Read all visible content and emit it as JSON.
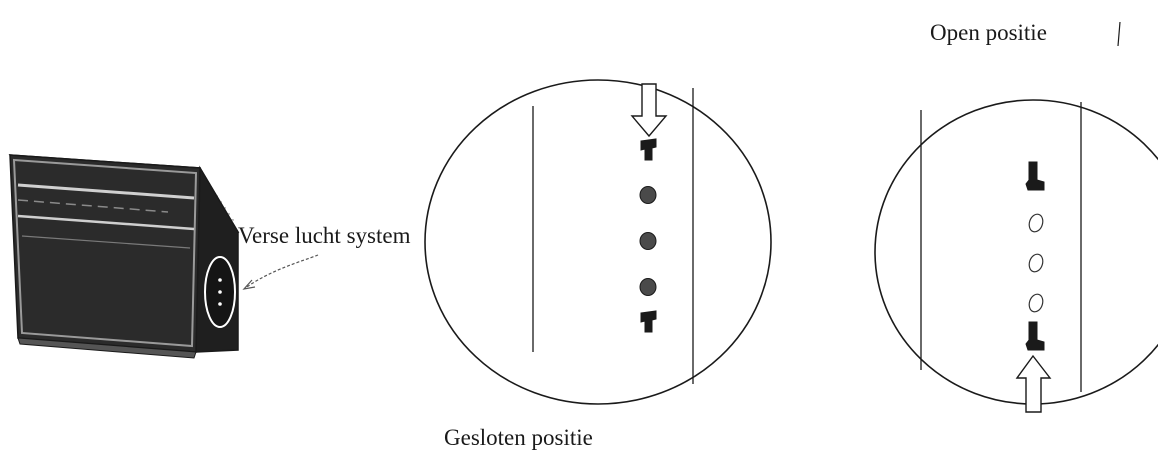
{
  "labels": {
    "open_position": "Open positie",
    "fresh_air_system": "Verse lucht system",
    "closed_position": "Gesloten positie"
  },
  "device": {
    "indicator_dots": 3
  },
  "closed_panel": {
    "latches": 2,
    "holes": 3,
    "hole_state": "filled",
    "arrow_direction": "down"
  },
  "open_panel": {
    "latches": 2,
    "holes": 3,
    "hole_state": "empty",
    "arrow_direction": "up"
  },
  "colors": {
    "line": "#1a1a1a",
    "device_body": "#2a2a2a",
    "device_top": "#bdbdbd",
    "filled_hole": "#4a4a4a"
  }
}
